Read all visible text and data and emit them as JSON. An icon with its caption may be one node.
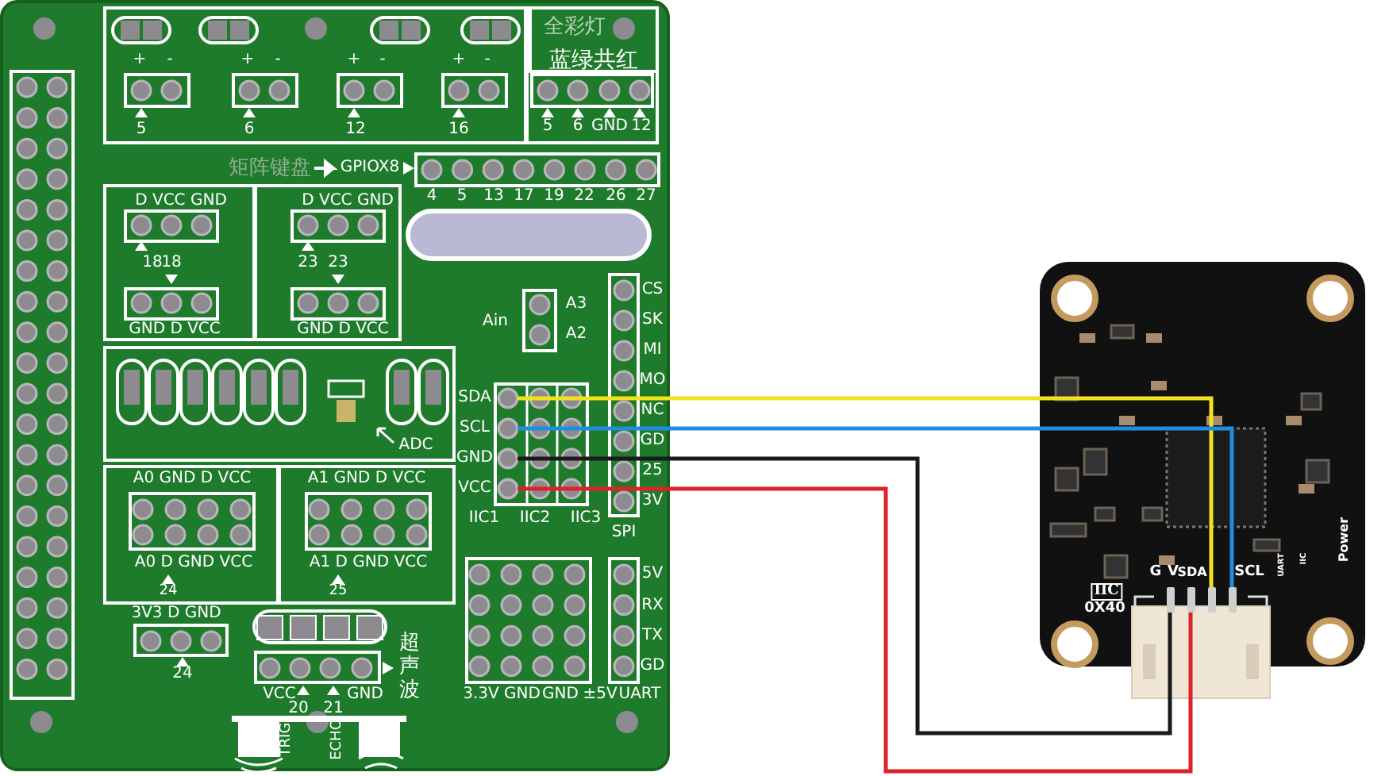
{
  "diagram": {
    "nodes": [
      {
        "text": [],
        "shape": "circle"
      },
      {
        "text": [],
        "shape": "circle"
      },
      {
        "text": [],
        "shape": "circle"
      },
      {
        "text": [],
        "shape": "circle"
      },
      {
        "text": [],
        "shape": "bar"
      },
      {
        "text": [],
        "shape": "bar"
      },
      {
        "text": [],
        "shape": "bar"
      },
      {
        "text": [],
        "shape": "bar"
      }
    ],
    "edges": [
      {
        "from": 0,
        "to": 6,
        "arrow": "none",
        "color": "#f2e21a"
      },
      {
        "from": 1,
        "to": 7,
        "arrow": "none",
        "color": "#1e8fe0"
      },
      {
        "from": 2,
        "to": 4,
        "arrow": "none",
        "color": "#1a1a1a"
      },
      {
        "from": 3,
        "to": 5,
        "arrow": "none",
        "color": "#e0202a"
      }
    ],
    "labels": [
      "+",
      "-",
      "+",
      "-",
      "+",
      "-",
      "+",
      "-",
      "全彩灯",
      "蓝绿共红",
      "5",
      "6",
      "12",
      "16",
      "5",
      "6",
      "GND",
      "12",
      "矩阵键盘",
      "GPIOX8",
      "4",
      "5",
      "13",
      "17",
      "19",
      "22",
      "26",
      "27",
      "D VCC GND",
      "D VCC GND",
      "18",
      "18",
      "23",
      "23",
      "GND D VCC",
      "GND D VCC",
      "Ain",
      "A3",
      "A2",
      "CS",
      "SK",
      "MI",
      "MO",
      "NC",
      "GD",
      "25",
      "3V",
      "SDA",
      "SCL",
      "GND",
      "VCC",
      "ADC",
      "IIC1",
      "IIC2",
      "IIC3",
      "SPI",
      "A0 GND D VCC",
      "A1 GND D VCC",
      "A0 D GND VCC",
      "A1 D GND VCC",
      "24",
      "25",
      "3V3 D GND",
      "24",
      "超声波",
      "VCC",
      "20",
      "21",
      "GND",
      "3.3V",
      "GND",
      "GND",
      "±5V",
      "UART",
      "5V",
      "RX",
      "TX",
      "GD",
      "TRIG",
      "ECHO",
      "G",
      "V",
      "SDA",
      "SCL",
      "IIC",
      "0X40",
      "UART",
      "IIC",
      "Power"
    ]
  }
}
